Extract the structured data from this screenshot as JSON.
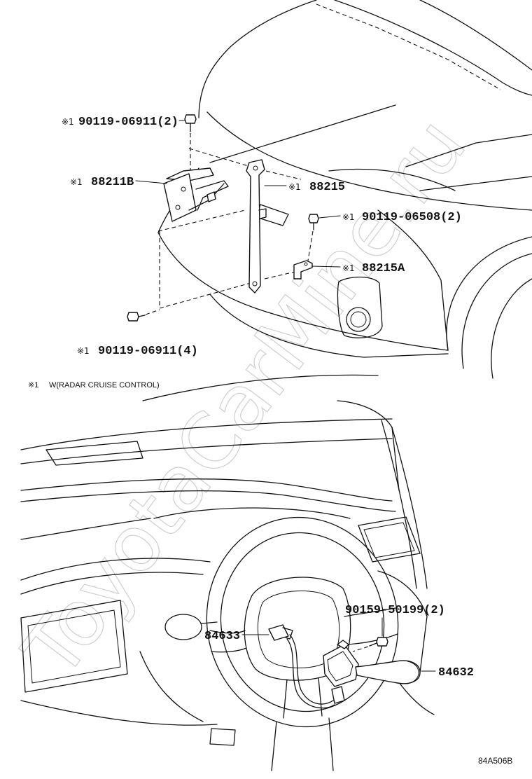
{
  "top_callouts": [
    {
      "prefix": "※1",
      "part_no": "90119-06911(2)"
    },
    {
      "prefix": "※1",
      "part_no": "88211B"
    },
    {
      "prefix": "※1",
      "part_no": "88215"
    },
    {
      "prefix": "※1",
      "part_no": "90119-06508(2)"
    },
    {
      "prefix": "※1",
      "part_no": "88215A"
    },
    {
      "prefix": "※1",
      "part_no": "90119-06911(4)"
    }
  ],
  "note": {
    "prefix": "※1",
    "text": "W(RADAR CRUISE CONTROL)"
  },
  "bottom_callouts": [
    {
      "part_no": "90159-50199(2)"
    },
    {
      "part_no": "84633"
    },
    {
      "part_no": "84632"
    }
  ],
  "diagram_code": "84A506B",
  "watermark": "ToyotaCarMine.ru"
}
